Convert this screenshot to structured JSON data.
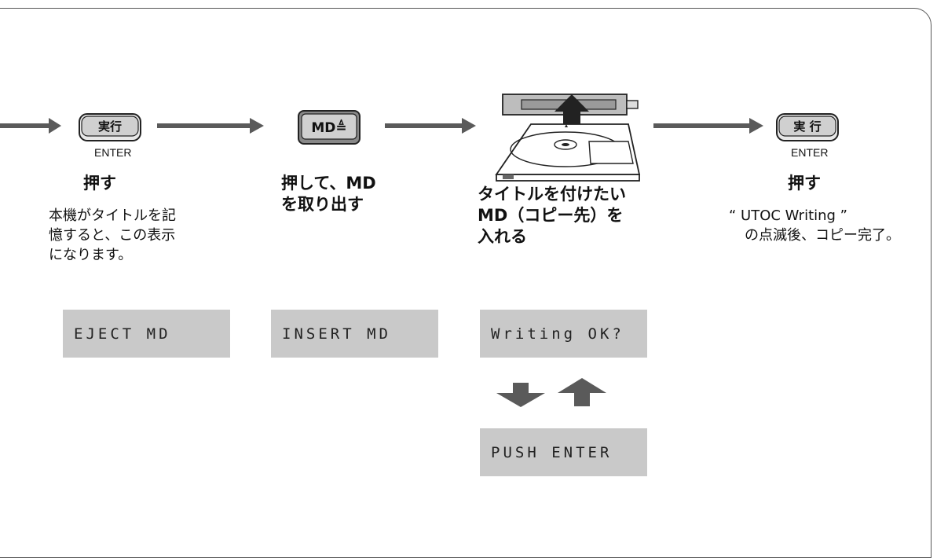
{
  "steps": [
    {
      "button": {
        "kanji": "実行",
        "sublabel": "ENTER"
      },
      "title": "押す",
      "description": [
        "本機がタイトルを記",
        "憶すると、この表示",
        "になります。"
      ],
      "display": "EJECT MD"
    },
    {
      "button": {
        "label": "MD≜"
      },
      "title": [
        "押して、MD",
        "を取り出す"
      ],
      "display": "INSERT MD"
    },
    {
      "title": [
        "タイトルを付けたい",
        "MD（コピー先）を",
        "入れる"
      ],
      "display": "Writing OK?",
      "display_alt": "PUSH ENTER"
    },
    {
      "button": {
        "kanji": "実 行",
        "sublabel": "ENTER"
      },
      "title": "押す",
      "description": [
        "“ UTOC Writing ”",
        "の点滅後、コピー完了。"
      ]
    }
  ],
  "colors": {
    "arrow": "#5a5a5a",
    "lcd": "#c9c9c9",
    "button_face": "#d0d0d0"
  }
}
